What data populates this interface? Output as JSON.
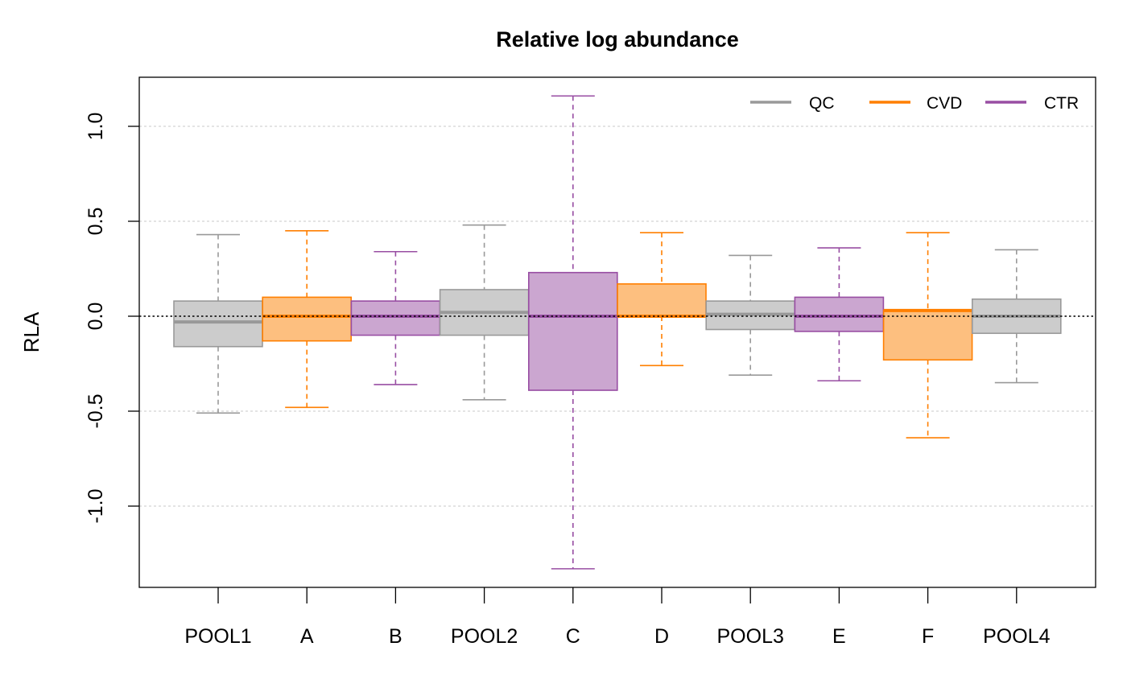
{
  "chart_data": {
    "type": "box",
    "title": "Relative log abundance",
    "xlabel": "",
    "ylabel": "RLA",
    "ylim": [
      -1.43,
      1.26
    ],
    "yticks": [
      -1.0,
      -0.5,
      0.0,
      0.5,
      1.0
    ],
    "ytick_labels": [
      "-1.0",
      "-0.5",
      "0.0",
      "0.5",
      "1.0"
    ],
    "grid": "horizontal dotted",
    "reference_line": 0,
    "legend_position": "top-right",
    "groups": [
      {
        "name": "QC",
        "line_color": "#999999",
        "fill_color": "#CCCCCC"
      },
      {
        "name": "CVD",
        "line_color": "#FF7F00",
        "fill_color": "#FDBF7F"
      },
      {
        "name": "CTR",
        "line_color": "#984EA3",
        "fill_color": "#CBA6D0"
      }
    ],
    "categories": [
      "POOL1",
      "A",
      "B",
      "POOL2",
      "C",
      "D",
      "POOL3",
      "E",
      "F",
      "POOL4"
    ],
    "boxes": [
      {
        "label": "POOL1",
        "group": "QC",
        "whisker_low": -0.51,
        "q1": -0.16,
        "median": -0.03,
        "q3": 0.08,
        "whisker_high": 0.43
      },
      {
        "label": "A",
        "group": "CVD",
        "whisker_low": -0.48,
        "q1": -0.13,
        "median": 0.0,
        "q3": 0.1,
        "whisker_high": 0.45
      },
      {
        "label": "B",
        "group": "CTR",
        "whisker_low": -0.36,
        "q1": -0.1,
        "median": 0.0,
        "q3": 0.08,
        "whisker_high": 0.34
      },
      {
        "label": "POOL2",
        "group": "QC",
        "whisker_low": -0.44,
        "q1": -0.1,
        "median": 0.02,
        "q3": 0.14,
        "whisker_high": 0.48
      },
      {
        "label": "C",
        "group": "CTR",
        "whisker_low": -1.33,
        "q1": -0.39,
        "median": 0.0,
        "q3": 0.23,
        "whisker_high": 1.16
      },
      {
        "label": "D",
        "group": "CVD",
        "whisker_low": -0.26,
        "q1": 0.0,
        "median": 0.0,
        "q3": 0.17,
        "whisker_high": 0.44
      },
      {
        "label": "POOL3",
        "group": "QC",
        "whisker_low": -0.31,
        "q1": -0.07,
        "median": 0.01,
        "q3": 0.08,
        "whisker_high": 0.32
      },
      {
        "label": "E",
        "group": "CTR",
        "whisker_low": -0.34,
        "q1": -0.08,
        "median": 0.0,
        "q3": 0.1,
        "whisker_high": 0.36
      },
      {
        "label": "F",
        "group": "CVD",
        "whisker_low": -0.64,
        "q1": -0.23,
        "median": 0.03,
        "q3": 0.03,
        "whisker_high": 0.44
      },
      {
        "label": "POOL4",
        "group": "QC",
        "whisker_low": -0.35,
        "q1": -0.09,
        "median": 0.0,
        "q3": 0.09,
        "whisker_high": 0.35
      }
    ]
  }
}
